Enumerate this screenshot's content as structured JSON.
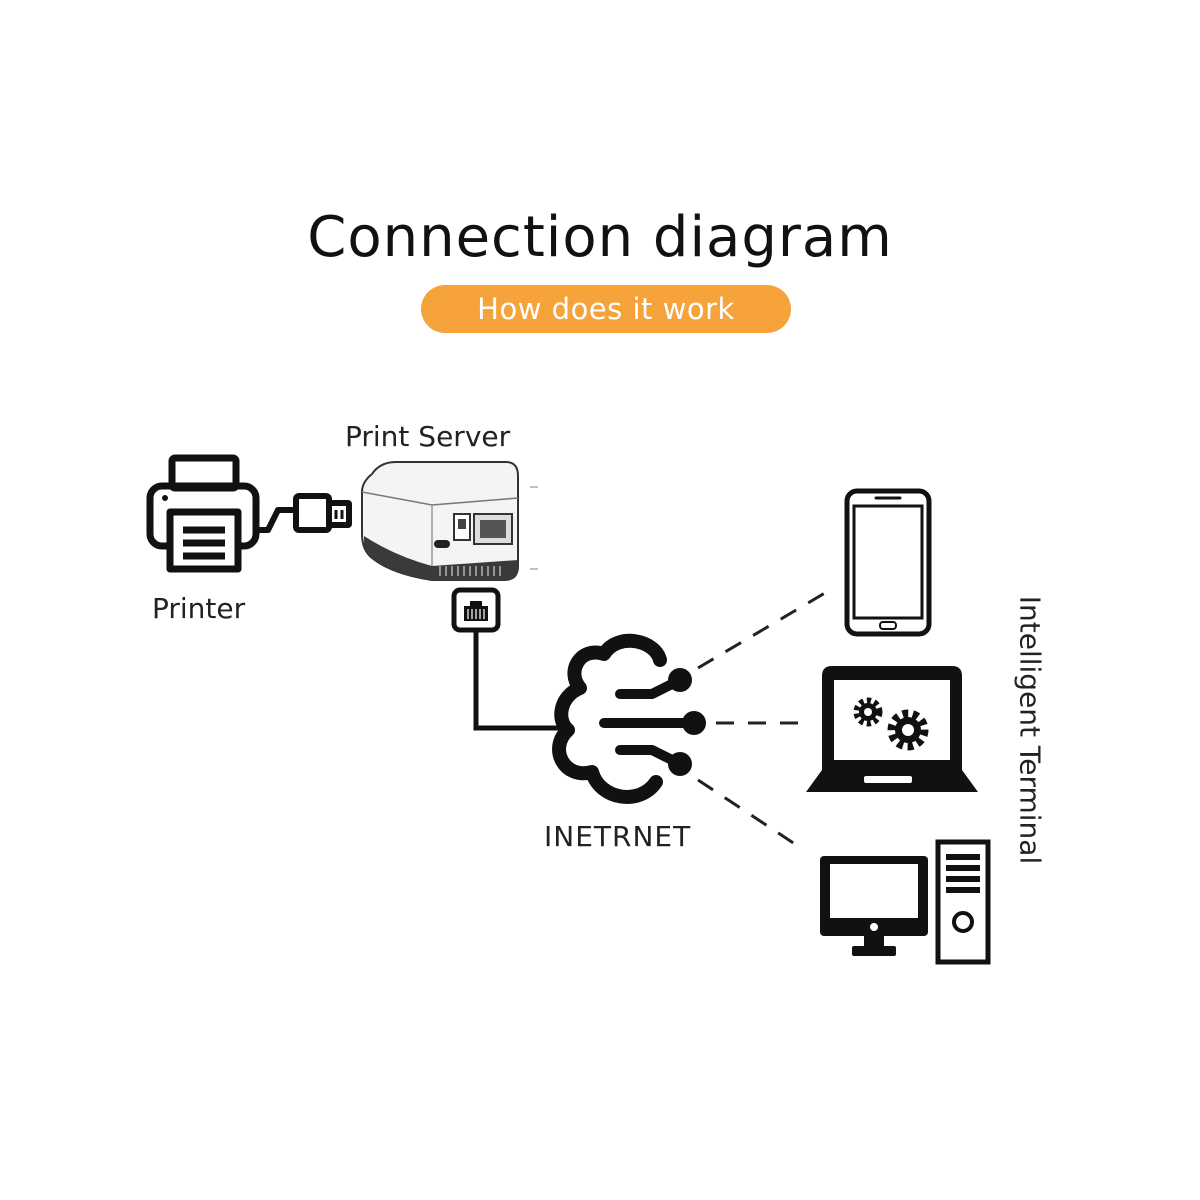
{
  "header": {
    "title": "Connection diagram",
    "subtitle": "How does it work"
  },
  "labels": {
    "print_server": "Print Server",
    "printer": "Printer",
    "internet": "INETRNET",
    "intelligent_terminal": "Intelligent Terminal"
  },
  "colors": {
    "accent": "#f5a33a",
    "ink": "#111111"
  },
  "icons": [
    "printer-icon",
    "usb-plug-icon",
    "print-server-device",
    "ethernet-port-icon",
    "cloud-network-icon",
    "smartphone-icon",
    "laptop-gears-icon",
    "desktop-computer-icon"
  ]
}
